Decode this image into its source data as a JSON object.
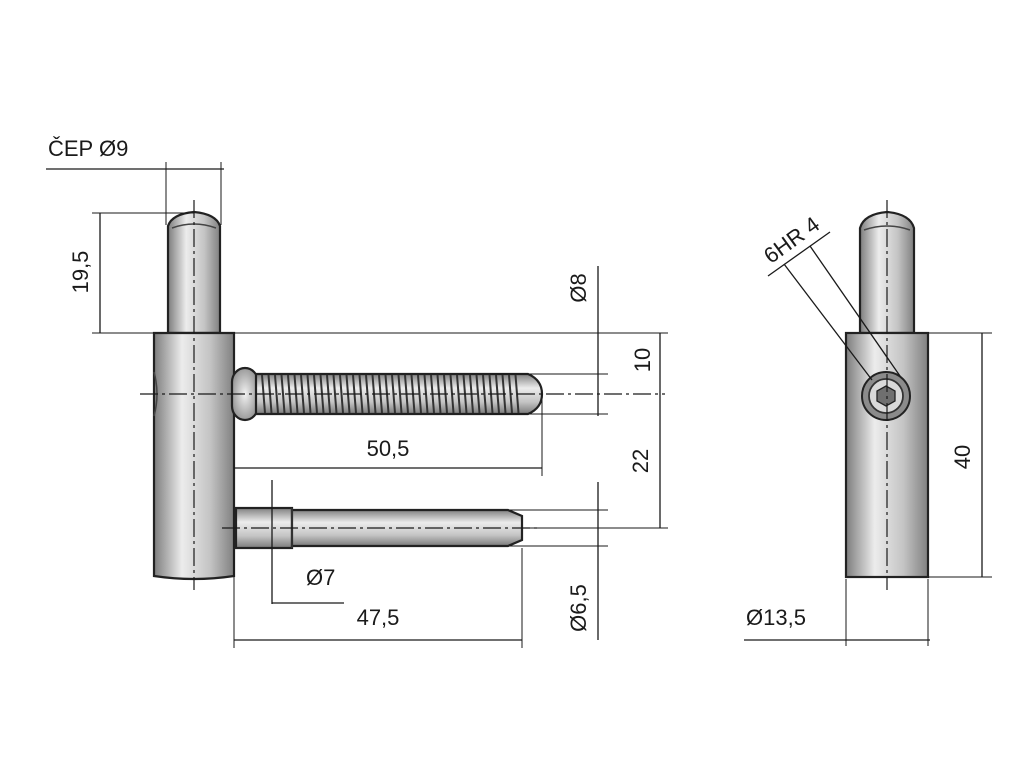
{
  "labels": {
    "pin_diameter": "ČEP Ø9",
    "pin_height": "19,5",
    "thread_diameter": "Ø8",
    "upper_offset": "10",
    "thread_length": "50,5",
    "pin_spacing": "22",
    "dowel_diameter": "Ø7",
    "dowel_length": "47,5",
    "dowel_tip_diameter": "Ø6,5",
    "hex_socket": "6HR 4",
    "body_height": "40",
    "body_diameter": "Ø13,5"
  },
  "colors": {
    "metal_light": "#ebebeb",
    "metal_mid": "#b9b9b9",
    "metal_dark": "#7d7d7d",
    "line": "#1a1a1a"
  }
}
